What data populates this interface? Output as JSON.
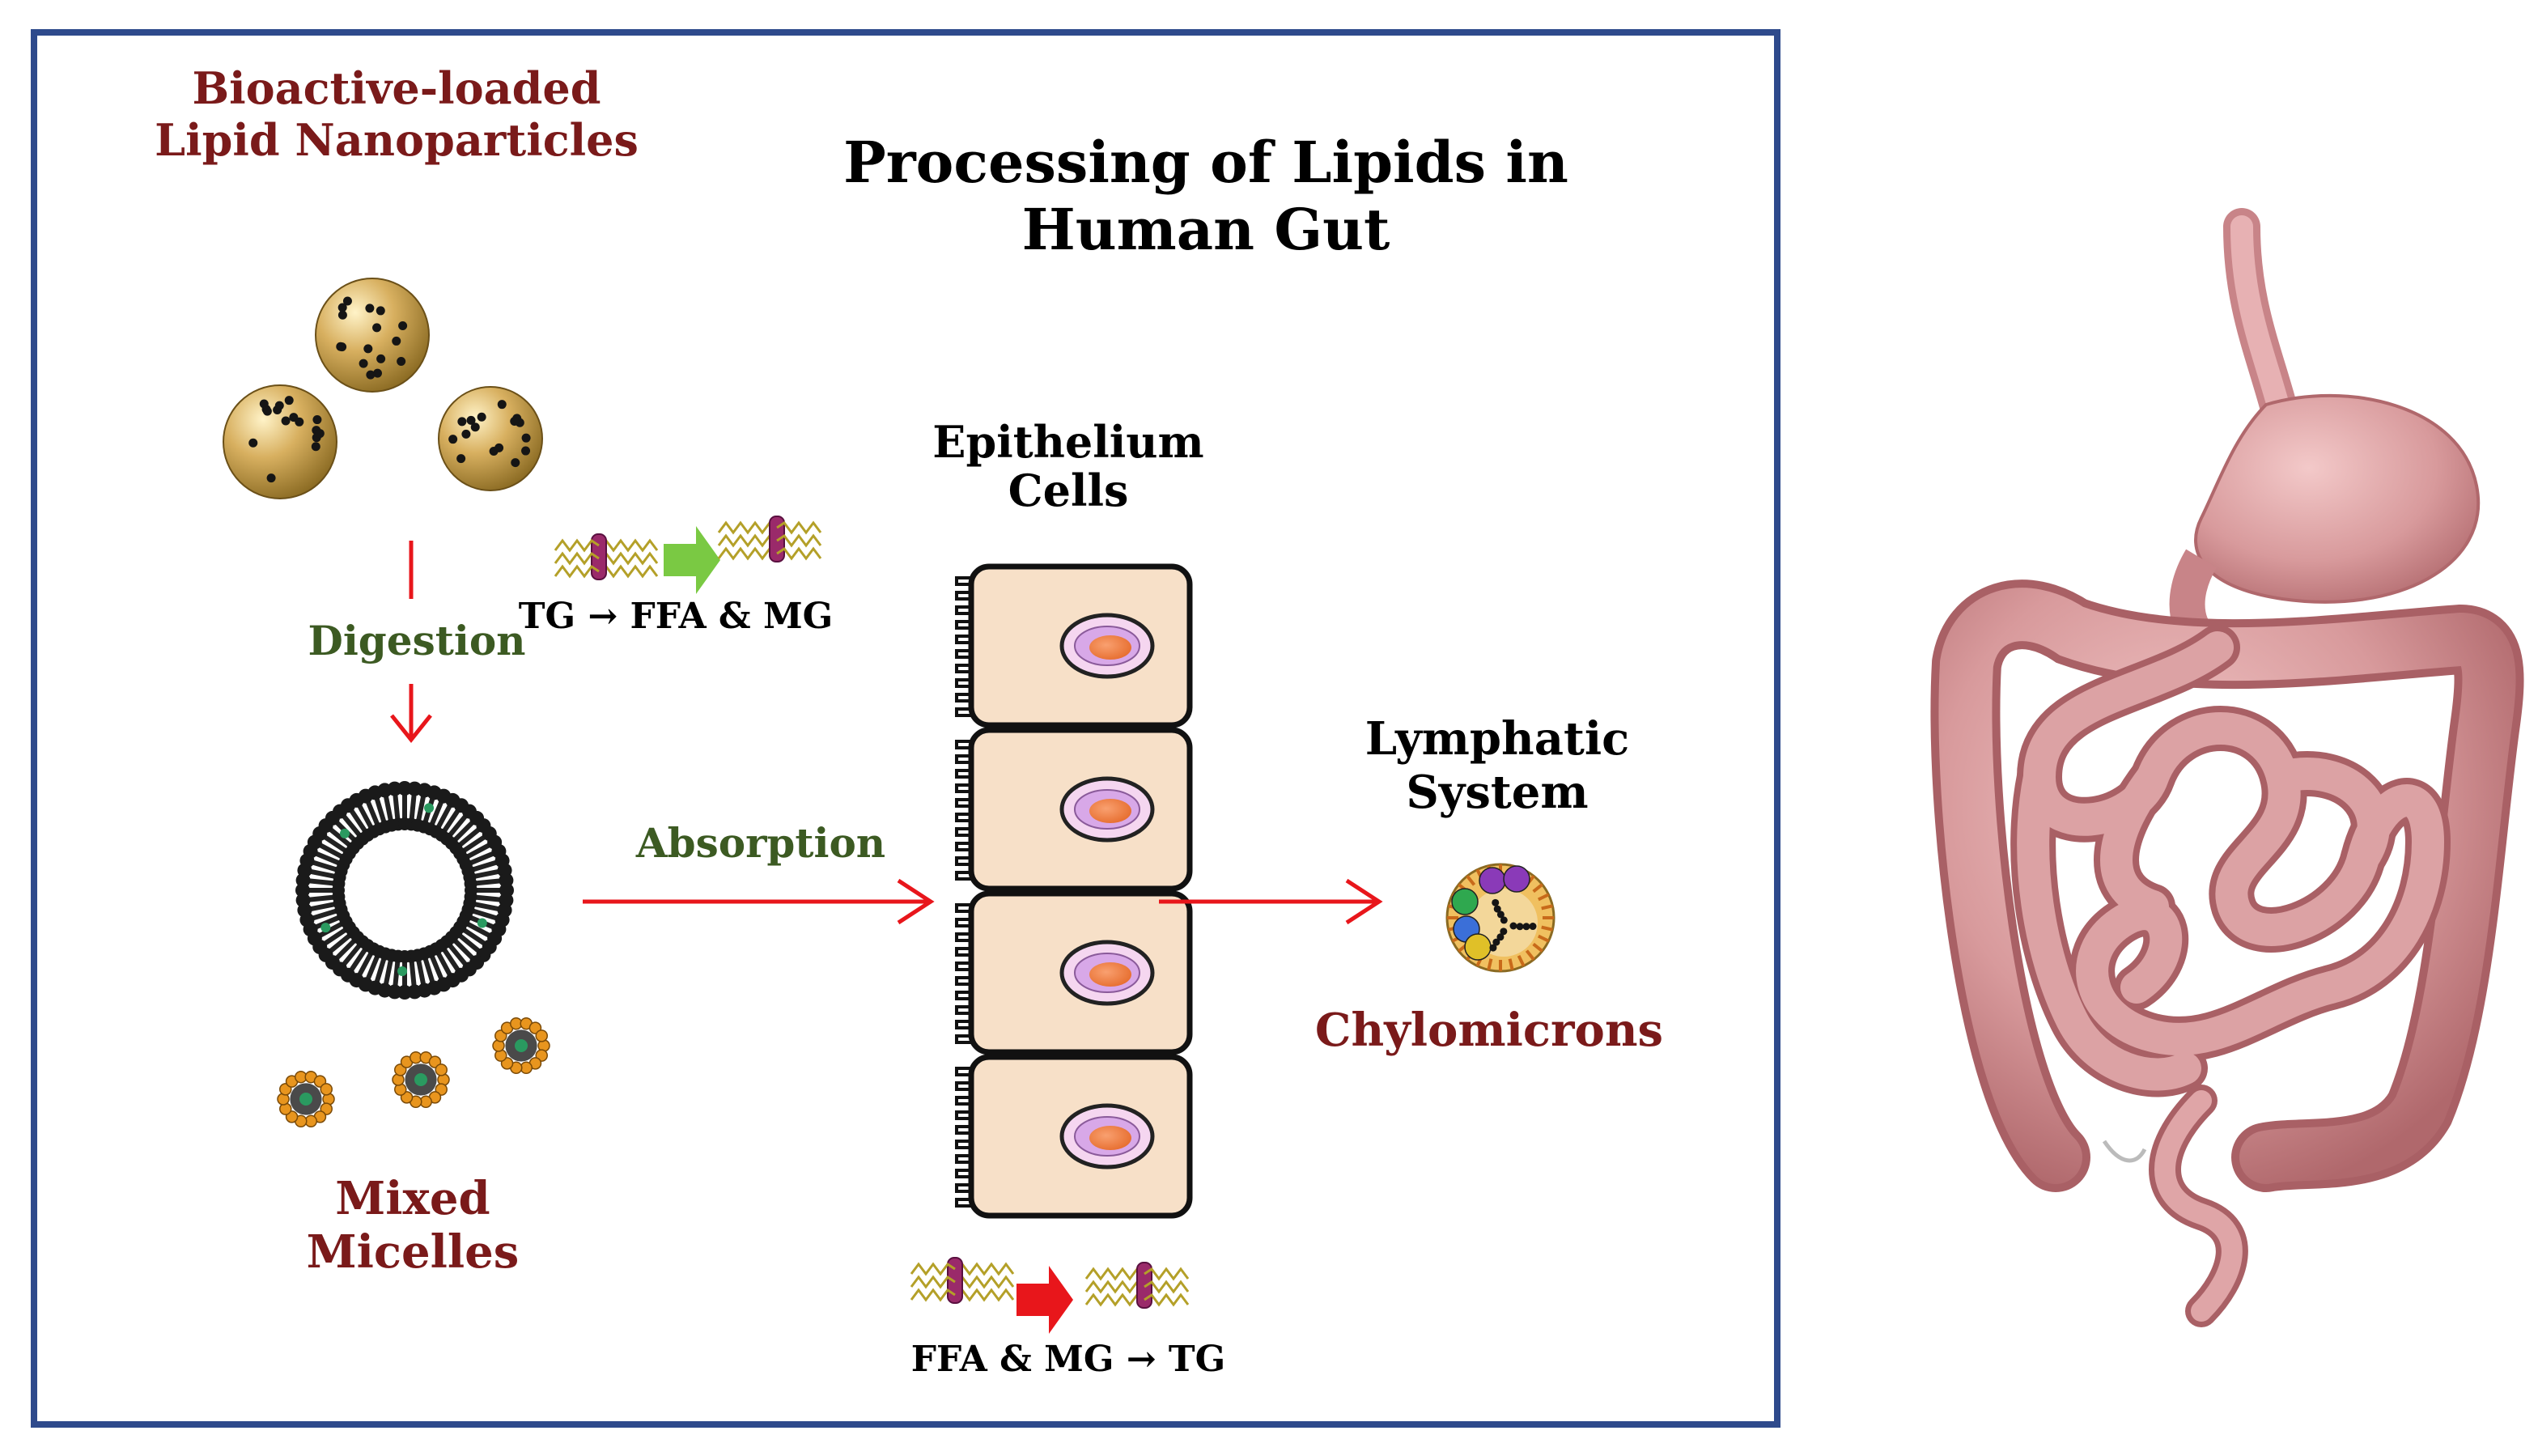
{
  "diagram": {
    "title_line1": "Processing of Lipids in",
    "title_line2": "Human Gut",
    "nanoparticles_line1": "Bioactive-loaded",
    "nanoparticles_line2": "Lipid Nanoparticles",
    "digestion": "Digestion",
    "tg_reaction": "TG → FFA & MG",
    "micelles_line1": "Mixed",
    "micelles_line2": "Micelles",
    "absorption": "Absorption",
    "epithelium_line1": "Epithelium",
    "epithelium_line2": "Cells",
    "resynthesis": "FFA & MG → TG",
    "lymphatic_line1": "Lymphatic",
    "lymphatic_line2": "System",
    "chylomicrons": "Chylomicrons"
  },
  "colors": {
    "frame": "#2e4a8c",
    "arrow": "#e8161b",
    "label_red": "#7a1a1a",
    "label_green": "#3c5a22",
    "nanoparticle": "#c9a24a",
    "cell_fill": "#f7e0c8",
    "nucleus": "#ef7a3a",
    "intestine": "#d9999b",
    "reaction_arrow_1": "#7ac943",
    "reaction_arrow_2": "#e8161b"
  },
  "icons": [
    "nanoparticle-icon",
    "micelle-ring-icon",
    "small-micelle-icon",
    "lipid-molecule-icon",
    "epithelial-cell-icon",
    "chylomicron-icon",
    "digestive-tract-illustration"
  ]
}
